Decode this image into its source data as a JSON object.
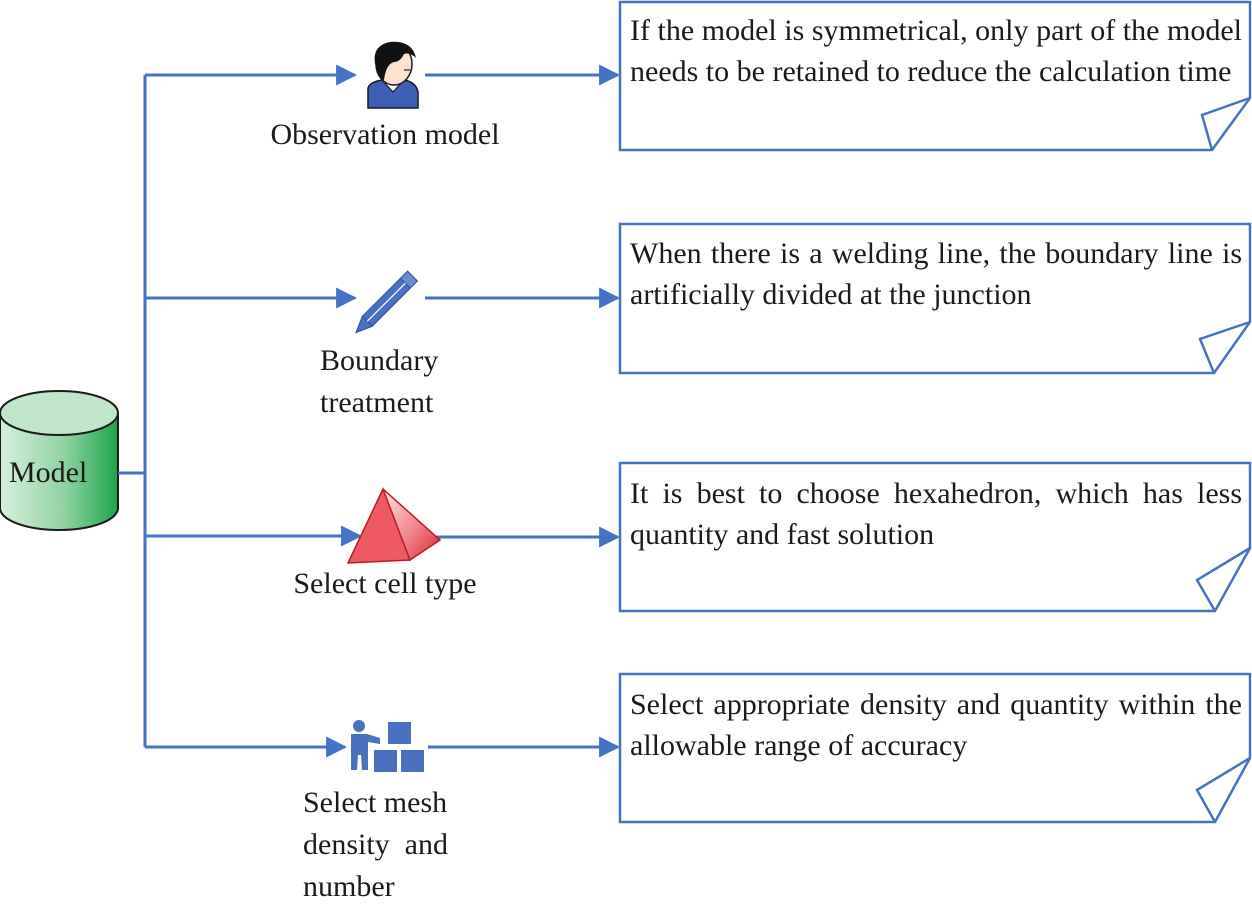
{
  "model": {
    "label": "Model"
  },
  "steps": [
    {
      "label_lines": [
        "Observation model"
      ],
      "icon": "person-icon",
      "note": "If the model is symmetrical, only part of the model needs to be retained to reduce the calculation time"
    },
    {
      "label_lines": [
        "Boundary",
        "treatment"
      ],
      "icon": "pencil-icon",
      "note": "When there is a welding line, the boundary line is artificially divided at the junction"
    },
    {
      "label_lines": [
        "Select cell type"
      ],
      "icon": "pyramid-icon",
      "note": "It is best to choose hexahedron, which has less quantity and fast solution"
    },
    {
      "label_lines": [
        "Select mesh",
        "density  and",
        "number"
      ],
      "icon": "worker-blocks-icon",
      "note": "Select appropriate density and quantity within the allowable range of accuracy"
    }
  ],
  "colors": {
    "connector": "#4472c4",
    "note_border": "#4472c4",
    "cylinder_light": "#c6e9cf",
    "cylinder_dark": "#1fa34a",
    "pyramid": "#e8414a",
    "icon_blue": "#4a70c0"
  }
}
